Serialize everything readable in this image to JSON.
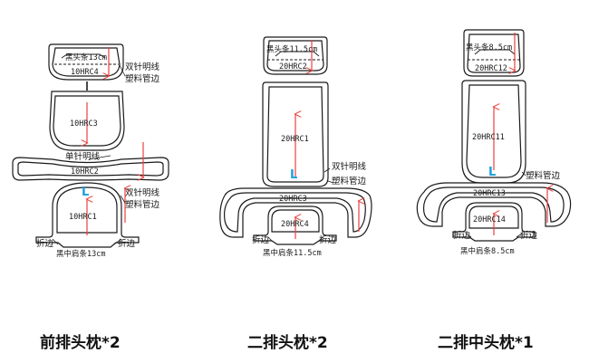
{
  "colors": {
    "outline": "#1a1a1a",
    "arrow": "#e8413c",
    "marker": "#1aa0e0"
  },
  "marker_symbol": "L",
  "groups": [
    {
      "title": "前排头枕*2",
      "pieces": {
        "top": "10HRC4",
        "upper": "10HRC3",
        "band": "10HRC2",
        "bottom": "10HRC1"
      },
      "notes": {
        "top_strip": "黑头条13cm",
        "stitch_top": "双针明线",
        "pipe_top": "塑料管边",
        "single_stitch": "单针明线",
        "stitch_bottom": "双针明线",
        "pipe_bottom": "塑料管边",
        "fold_left": "折边",
        "fold_right": "折边",
        "bottom_strip": "黑中肩条13cm"
      }
    },
    {
      "title": "二排头枕*2",
      "pieces": {
        "top": "20HRC2",
        "main": "20HRC1",
        "band": "20HRC3",
        "bottom": "20HRC4"
      },
      "notes": {
        "top_strip": "黑头条11.5cm",
        "stitch": "双针明线",
        "pipe": "塑料管边",
        "fold_left": "折边",
        "fold_right": "折边",
        "bottom_strip": "黑中肩条11.5cm"
      }
    },
    {
      "title": "二排中头枕*1",
      "pieces": {
        "top": "20HRC12",
        "main": "20HRC11",
        "band": "20HRC13",
        "bottom": "20HRC14"
      },
      "notes": {
        "top_strip": "黑头条8.5cm",
        "pipe": "塑料管边",
        "fold_left": "折边",
        "fold_right": "折边",
        "bottom_strip": "黑中肩条8.5cm"
      }
    }
  ]
}
